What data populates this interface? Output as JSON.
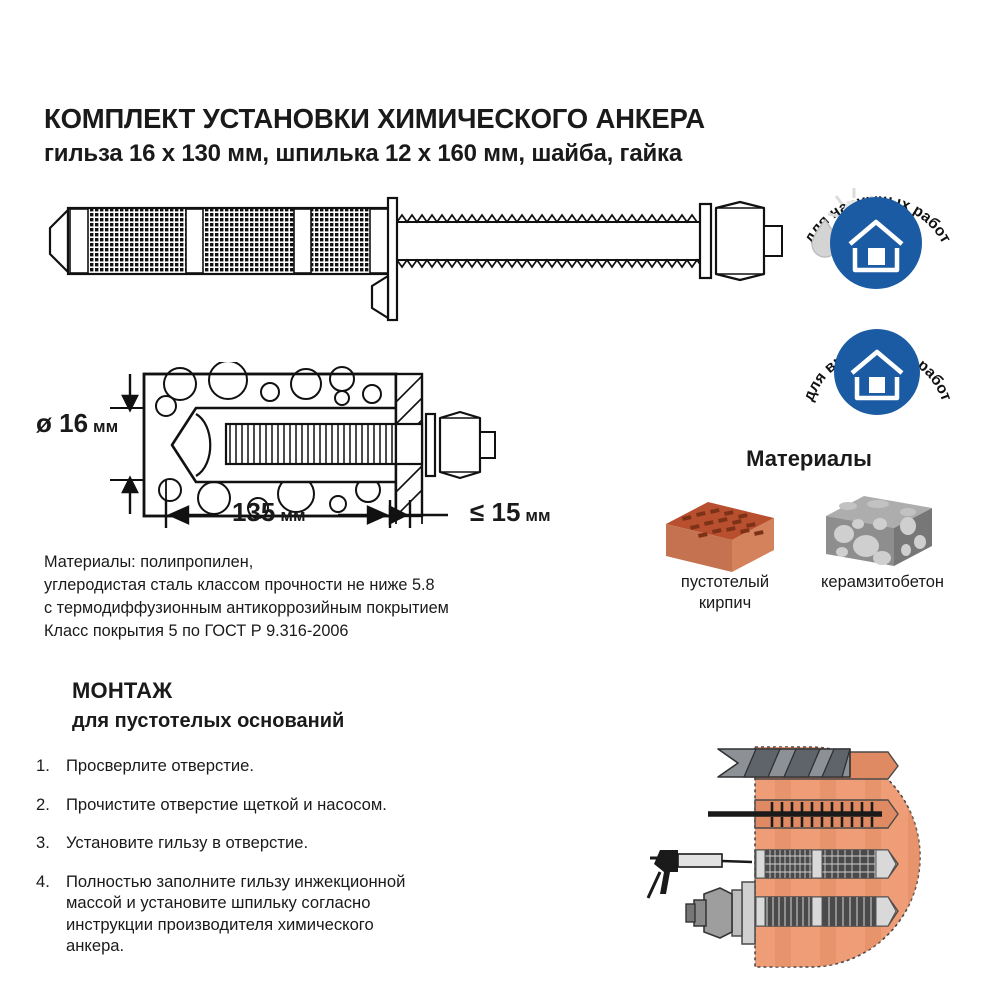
{
  "title": {
    "line1": "КОМПЛЕКТ УСТАНОВКИ ХИМИЧЕСКОГО АНКЕРА",
    "line2": "гильза 16 x 130 мм, шпилька 12 x 160 мм, шайба, гайка"
  },
  "dimensions": {
    "diameter_value": "ø 16",
    "diameter_unit": "мм",
    "length_value": "135",
    "length_unit": "мм",
    "gap_value": "≤ 15",
    "gap_unit": "мм"
  },
  "materials_note": [
    "Материалы: полипропилен,",
    "углеродистая сталь классом прочности не ниже 5.8",
    "с термодиффузионным антикоррозийным покрытием",
    "Класс покрытия 5 по ГОСТ Р 9.316-2006"
  ],
  "badges": {
    "outdoor": "для наружных работ",
    "indoor": "для внутренних работ"
  },
  "materials": {
    "heading": "Материалы",
    "items": [
      {
        "name": "пустотелый\nкирпич",
        "icon": "brick-icon",
        "color": "#c4613c"
      },
      {
        "name": "керамзитобетон",
        "icon": "concrete-block-icon",
        "color": "#9a9a9a"
      }
    ]
  },
  "montage": {
    "title": "МОНТАЖ",
    "subtitle": "для пустотелых оснований",
    "steps": [
      {
        "num": "1.",
        "text": "Просверлите отверстие."
      },
      {
        "num": "2.",
        "text": "Прочистите отверстие щеткой и насосом."
      },
      {
        "num": "3.",
        "text": "Установите гильзу в отверстие."
      },
      {
        "num": "4.",
        "text": "Полностью заполните гильзу инжекционной массой и установите шпильку согласно инструкции производителя химического анкера."
      }
    ]
  },
  "install_illustration": {
    "steps": [
      {
        "icon": "drill-bit-icon",
        "label": ""
      },
      {
        "icon": "brush-icon",
        "label": ""
      },
      {
        "icon": "caulk-gun-icon",
        "label": ""
      },
      {
        "icon": "bolt-nut-icon",
        "label": ""
      }
    ]
  },
  "colors": {
    "brand_blue": "#1b5ba3",
    "brick_red": "#c4613c",
    "brick_light": "#e09a74",
    "wall_orange": "#ef9d77",
    "wall_orange_dark": "#e08a63",
    "steel_gray": "#8a8a8a",
    "ink": "#1a1a1a"
  }
}
